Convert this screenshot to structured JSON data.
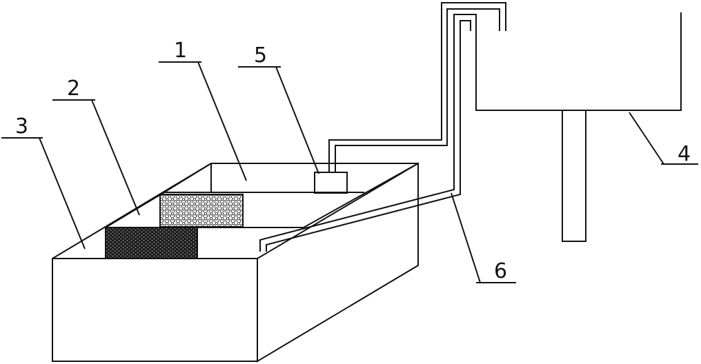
{
  "labels": {
    "one": "1",
    "two": "2",
    "three": "3",
    "four": "4",
    "five": "5",
    "six": "6"
  },
  "colors": {
    "line": "#111111",
    "background": "#ffffff",
    "filter_light": "#ffffff",
    "filter_dark": "#1a1a1a"
  }
}
